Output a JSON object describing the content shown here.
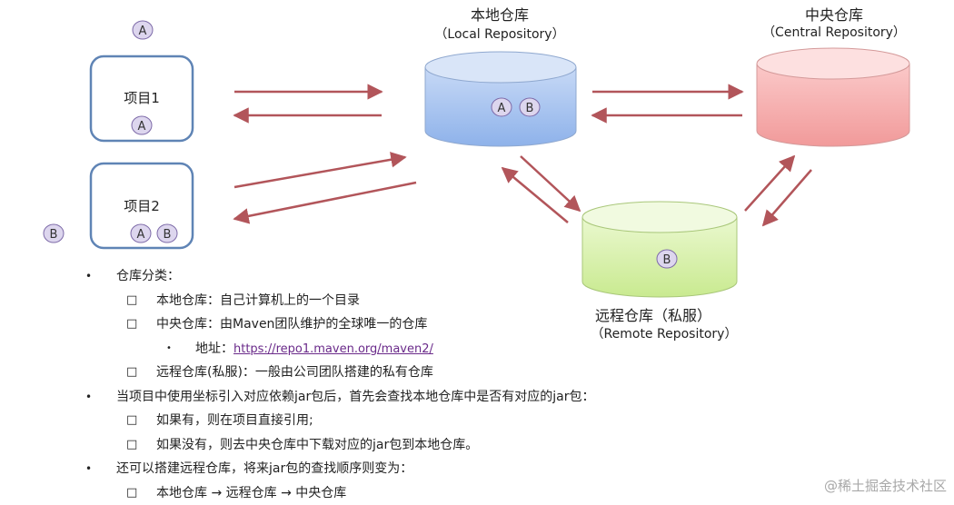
{
  "diagram": {
    "badges": {
      "a": "A",
      "b": "B"
    },
    "projects": {
      "p1": "项目1",
      "p2": "项目2"
    },
    "local_repo": {
      "title": "本地仓库",
      "subtitle": "（Local Repository）"
    },
    "central_repo": {
      "title": "中央仓库",
      "subtitle": "（Central Repository）"
    },
    "remote_repo": {
      "title": "远程仓库（私服）",
      "subtitle": "（Remote Repository）"
    },
    "colors": {
      "local_fill": "#a8c4ef",
      "central_fill": "#f5a7a7",
      "remote_fill": "#d8f0a8",
      "arrow": "#b2555a",
      "project_border": "#5f84b5",
      "badge_fill": "#ddd6ee",
      "badge_border": "#7d6aa8"
    }
  },
  "notes": {
    "b1": "仓库分类：",
    "b1_local": "本地仓库：自己计算机上的一个目录",
    "b1_central": "中央仓库：由Maven团队维护的全球唯一的仓库",
    "addr_label": "地址：",
    "addr_link": "https://repo1.maven.org/maven2/",
    "b1_remote": "远程仓库(私服)：一般由公司团队搭建的私有仓库",
    "b2": "当项目中使用坐标引入对应依赖jar包后，首先会查找本地仓库中是否有对应的jar包：",
    "b2_yes": "如果有，则在项目直接引用;",
    "b2_no": "如果没有，则去中央仓库中下载对应的jar包到本地仓库。",
    "b3": "还可以搭建远程仓库，将来jar包的查找顺序则变为：",
    "b3_order": "本地仓库 → 远程仓库 → 中央仓库"
  },
  "symbols": {
    "bullet": "•",
    "square": "□"
  },
  "watermark": "@稀土掘金技术社区"
}
